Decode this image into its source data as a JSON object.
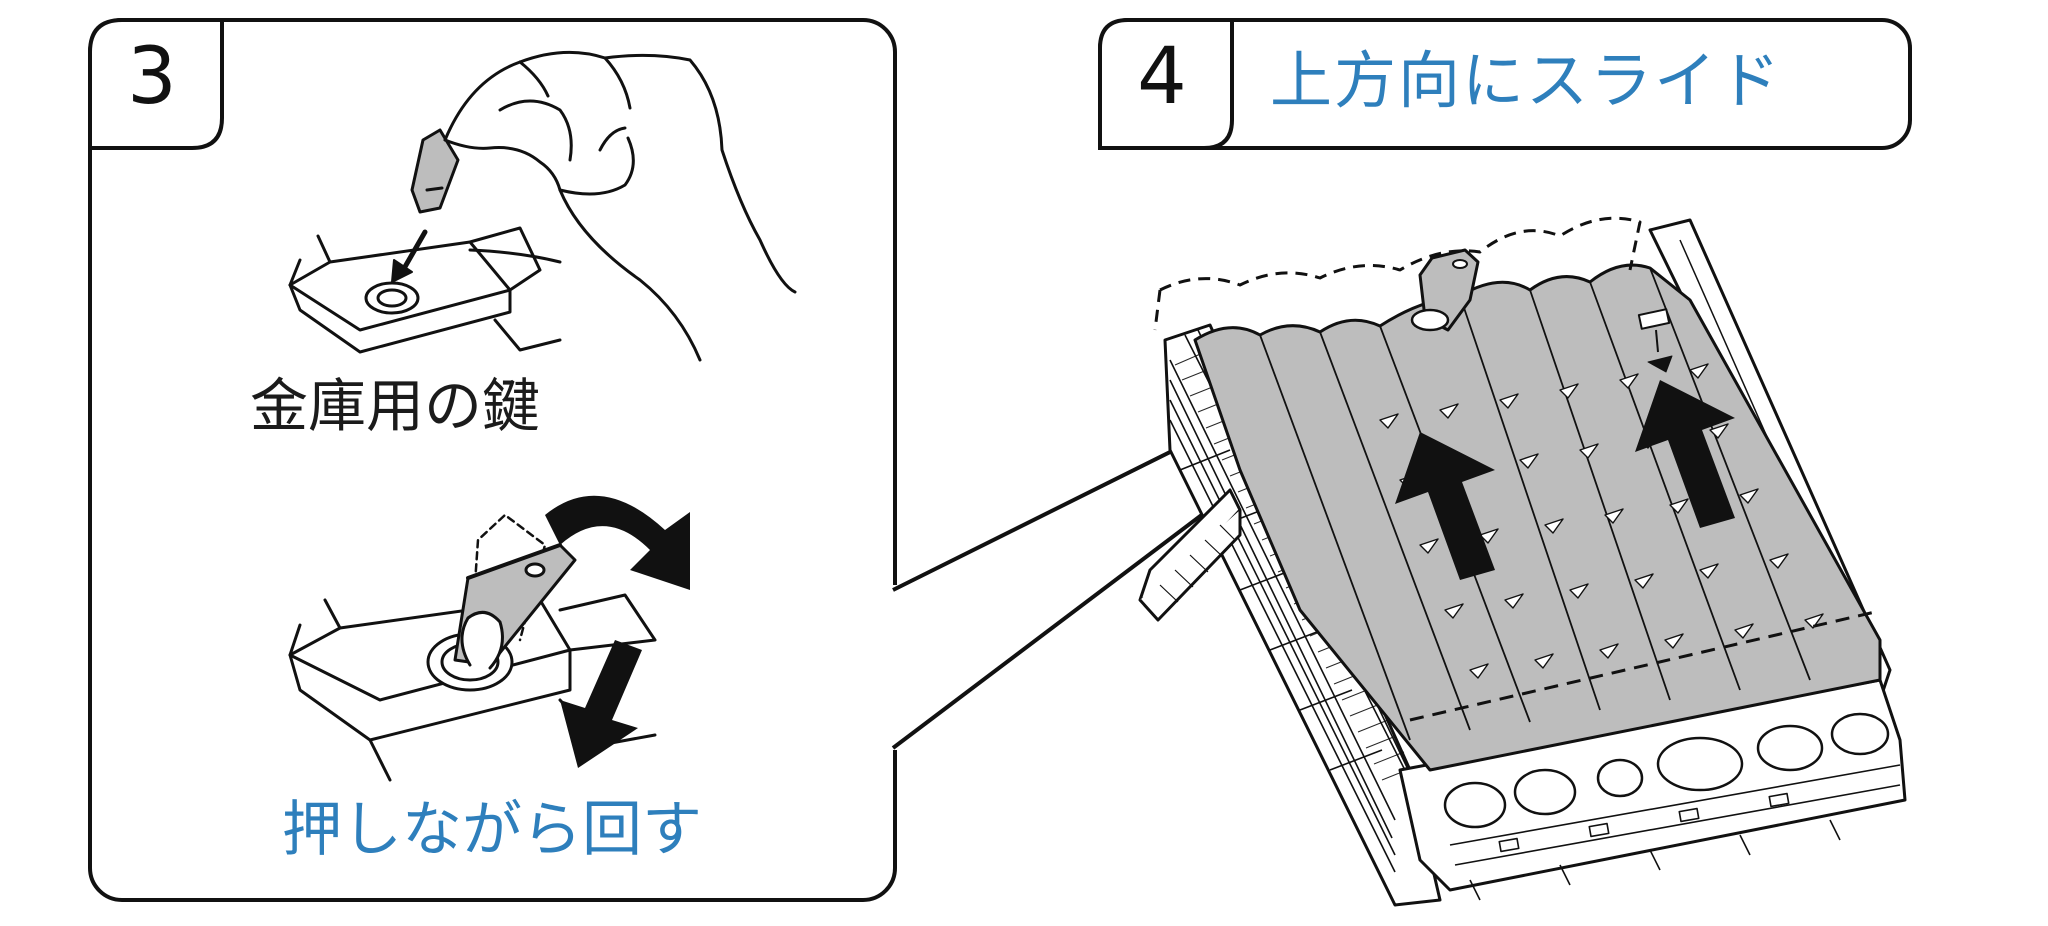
{
  "steps": [
    {
      "number": "3",
      "captions": {
        "key": "金庫用の鍵",
        "action": "押しながら回す"
      }
    },
    {
      "number": "4",
      "title": "上方向にスライド"
    }
  ],
  "colors": {
    "accent_text": "#2e7fbc",
    "line": "#111111",
    "cover_fill": "#bdbdbd",
    "arrow_fill": "#111111"
  }
}
